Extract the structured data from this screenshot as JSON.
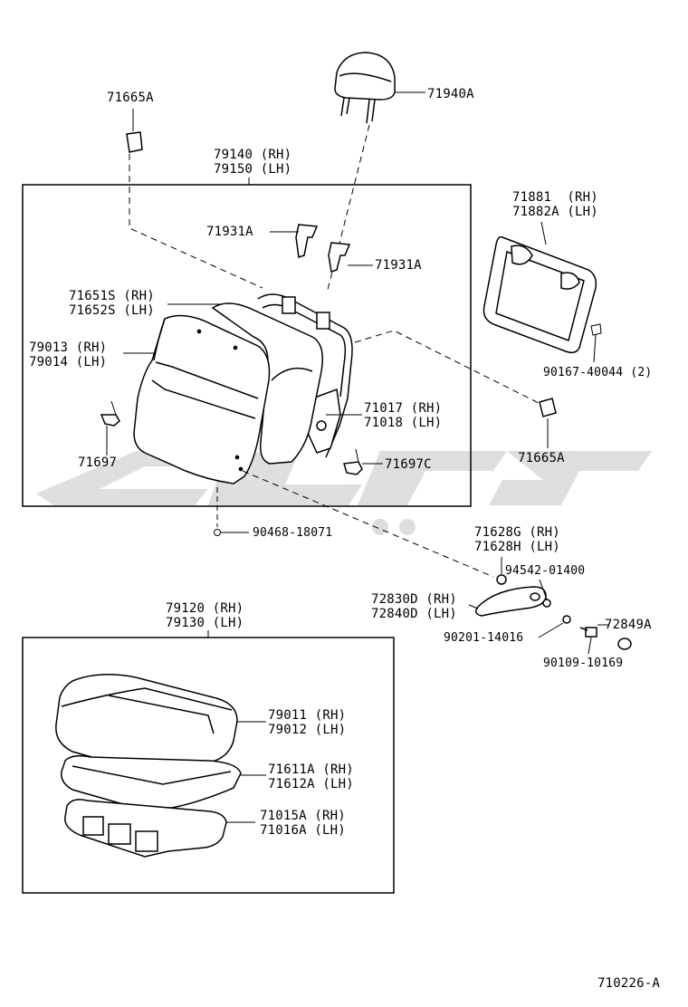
{
  "diagram": {
    "code": "710226-A",
    "watermark_icon": "brand-watermark-icon",
    "labels": {
      "p71665a_top": "71665A",
      "p71940a": "71940A",
      "p79140": "79140 (RH)",
      "p79150": "79150 (LH)",
      "p71881": "71881  (RH)",
      "p71882a": "71882A (LH)",
      "p71931a_1": "71931A",
      "p71931a_2": "71931A",
      "p71651s": "71651S (RH)",
      "p71652s": "71652S (LH)",
      "p79013": "79013 (RH)",
      "p79014": "79014 (LH)",
      "p90167": "90167-40044 (2)",
      "p71017": "71017 (RH)",
      "p71018": "71018 (LH)",
      "p71697": "71697",
      "p71697c": "71697C",
      "p71665a_right": "71665A",
      "p90468": "90468-18071",
      "p71628g": "71628G (RH)",
      "p71628h": "71628H (LH)",
      "p94542": "94542-01400",
      "p72830d": "72830D (RH)",
      "p72840d": "72840D (LH)",
      "p72849a": "72849A",
      "p90201": "90201-14016",
      "p90109": "90109-10169",
      "p79120": "79120 (RH)",
      "p79130": "79130 (LH)",
      "p79011": "79011 (RH)",
      "p79012": "79012 (LH)",
      "p71611a": "71611A (RH)",
      "p71612a": "71612A (LH)",
      "p71015a": "71015A (RH)",
      "p71016a": "71016A (LH)"
    }
  }
}
